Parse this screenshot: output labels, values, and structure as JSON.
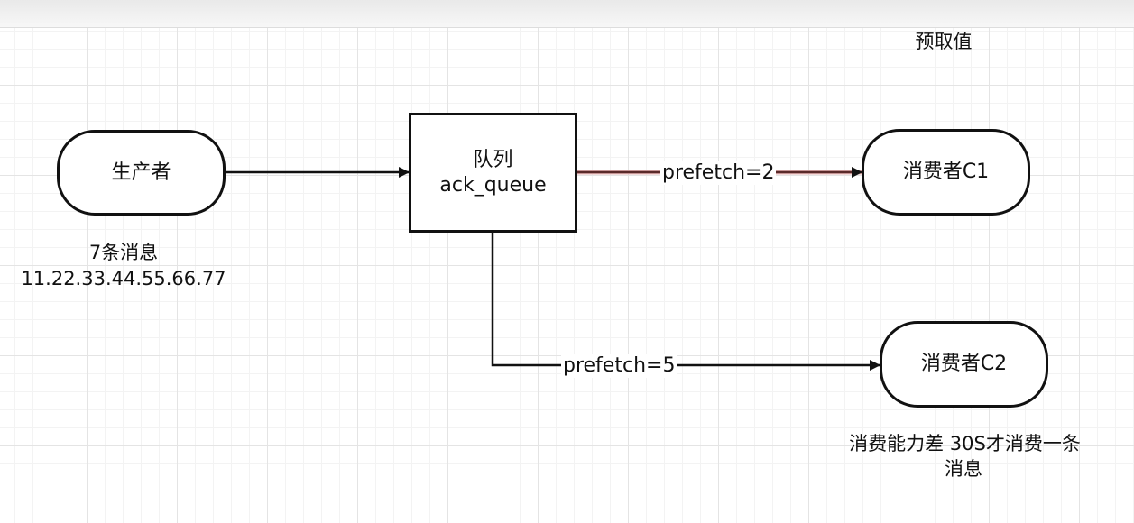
{
  "diagram": {
    "nodes": {
      "producer": {
        "label": "生产者"
      },
      "queue": {
        "line1": "队列",
        "line2": "ack_queue"
      },
      "consumer_c1": {
        "label": "消费者C1"
      },
      "consumer_c2": {
        "label": "消费者C2"
      }
    },
    "edges": {
      "producer_to_queue": {
        "label": ""
      },
      "queue_to_c1": {
        "label": "prefetch=2"
      },
      "queue_to_c2": {
        "label": "prefetch=5"
      }
    },
    "annotations": {
      "prefetch_title": "预取值",
      "messages_count": "7条消息",
      "messages_list": "11.22.33.44.55.66.77",
      "c2_note_line1": "消费能力差 30S才消费一条",
      "c2_note_line2": "消息"
    },
    "colors": {
      "stroke": "#111111",
      "highlight_edge": "#b34a4a",
      "grid": "#e4e4e4"
    }
  }
}
